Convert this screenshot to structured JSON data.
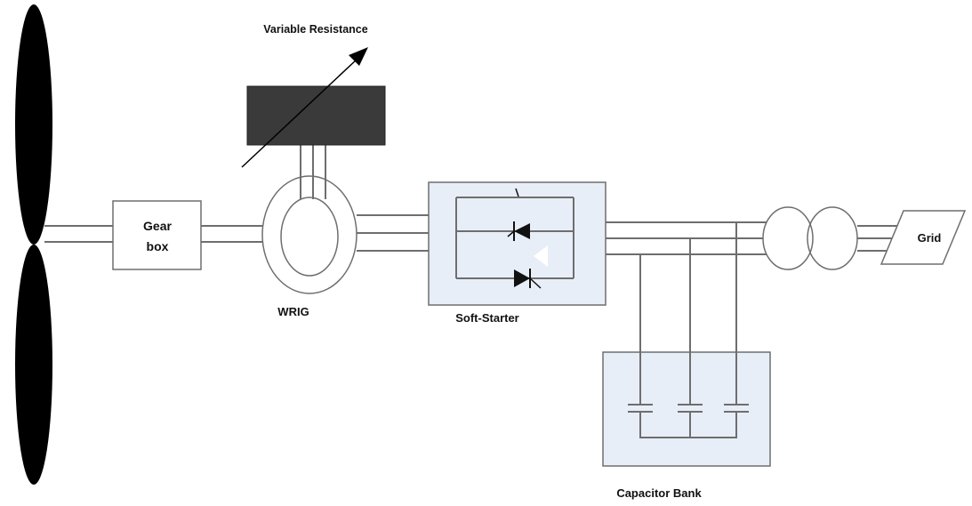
{
  "labels": {
    "variable_resistance": "Variable Resistance",
    "gearbox_line1": "Gear",
    "gearbox_line2": "box",
    "wrig": "WRIG",
    "soft_starter": "Soft-Starter",
    "grid": "Grid",
    "capacitor_bank": "Capacitor Bank"
  },
  "colors": {
    "blade": "#000000",
    "resistor_fill": "#3a3a3a",
    "block_fill": "#e8eef8",
    "line": "#6e6e6e",
    "text": "#111111"
  }
}
